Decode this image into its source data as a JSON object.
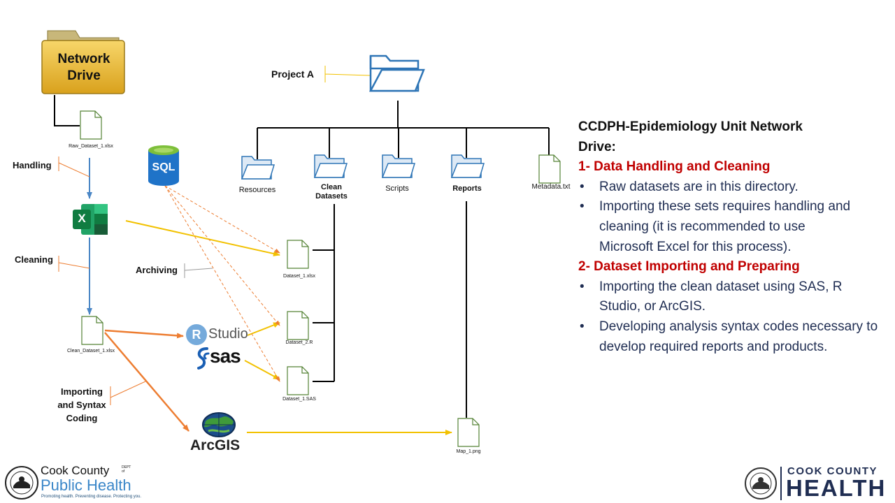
{
  "diagram": {
    "network_drive": {
      "line1": "Network",
      "line2": "Drive"
    },
    "project": "Project A",
    "folders": {
      "resources": "Resources",
      "clean_datasets": {
        "line1": "Clean",
        "line2": "Datasets"
      },
      "scripts": "Scripts",
      "reports": "Reports"
    },
    "files": {
      "metadata": "Metadata.txt",
      "raw_dataset": "Raw_Dataset_1.xlsx",
      "clean_dataset": "Clean_Dataset_1.xlsx",
      "dataset_xlsx": "Dataset_1.xlsx",
      "dataset_r": "Dataset_2.R",
      "dataset_sas": "Dataset_1.SAS",
      "map": "Map_1.png"
    },
    "steps": {
      "handling": "Handling",
      "cleaning": "Cleaning",
      "archiving": "Archiving",
      "importing": {
        "line1": "Importing",
        "line2": "and Syntax",
        "line3": "Coding"
      }
    },
    "tools": {
      "sql": "SQL",
      "excel": "X",
      "rstudio_r": "R",
      "rstudio_text": "Studio",
      "sas": "sas",
      "arcgis": "ArcGIS"
    }
  },
  "description": {
    "heading_line1": "CCDPH-Epidemiology Unit Network",
    "heading_line2": "Drive:",
    "section1": {
      "title": "1- Data Handling and Cleaning",
      "bullets": [
        "Raw datasets are in this directory.",
        "Importing these sets requires handling and cleaning (it is recommended to use Microsoft Excel for this process)."
      ]
    },
    "section2": {
      "title": "2- Dataset Importing and Preparing",
      "bullets": [
        "Importing the clean dataset using SAS, R Studio, or ArcGIS.",
        "Developing analysis syntax codes necessary to develop required reports and products."
      ]
    }
  },
  "footer": {
    "left_logo": {
      "line1": "Cook County",
      "dept": "DEPT of",
      "line2": "Public Health",
      "tagline": "Promoting health. Preventing disease. Protecting you."
    },
    "right_logo": {
      "line1": "COOK COUNTY",
      "line2": "HEALTH"
    }
  },
  "colors": {
    "folder_gold": "#f0be2c",
    "folder_blue": "#2e75b6",
    "arrow_yellow": "#f2c100",
    "arrow_orange": "#ed7d31",
    "arrow_blue": "#4a86c5",
    "section_red": "#c00000",
    "body_navy": "#1f2d52"
  }
}
